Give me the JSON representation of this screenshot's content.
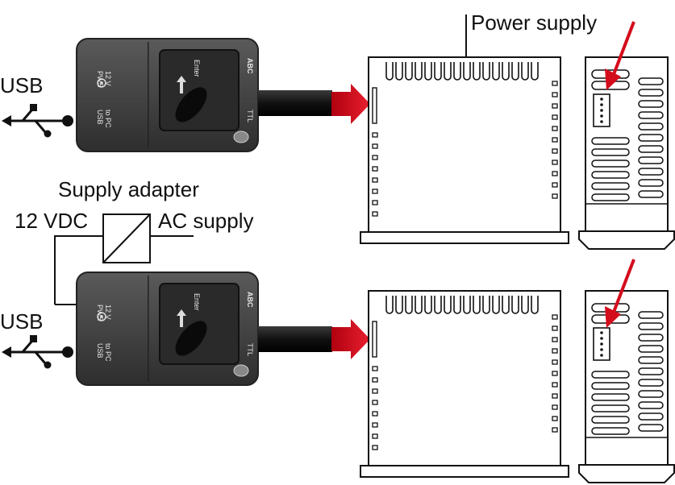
{
  "labels": {
    "power_supply": "Power supply",
    "usb_top": "USB",
    "usb_bottom": "USB",
    "supply_adapter": "Supply adapter",
    "dc_voltage": "12 VDC",
    "ac_supply": "AC supply"
  },
  "device": {
    "pws": "PWS",
    "volt": "12 V",
    "usb_to_pc_1": "USB",
    "usb_to_pc_2": "to PC",
    "enter": "Enter",
    "abc": "ABC",
    "ttl": "TTL"
  },
  "colors": {
    "device_body": "#3d3d3d",
    "arrow_red": "#d40d1c",
    "line": "#111111"
  },
  "icons": [
    "usb-icon",
    "enter-arrow-icon",
    "power-jack-icon",
    "red-arrow-icon",
    "connector-icon"
  ]
}
